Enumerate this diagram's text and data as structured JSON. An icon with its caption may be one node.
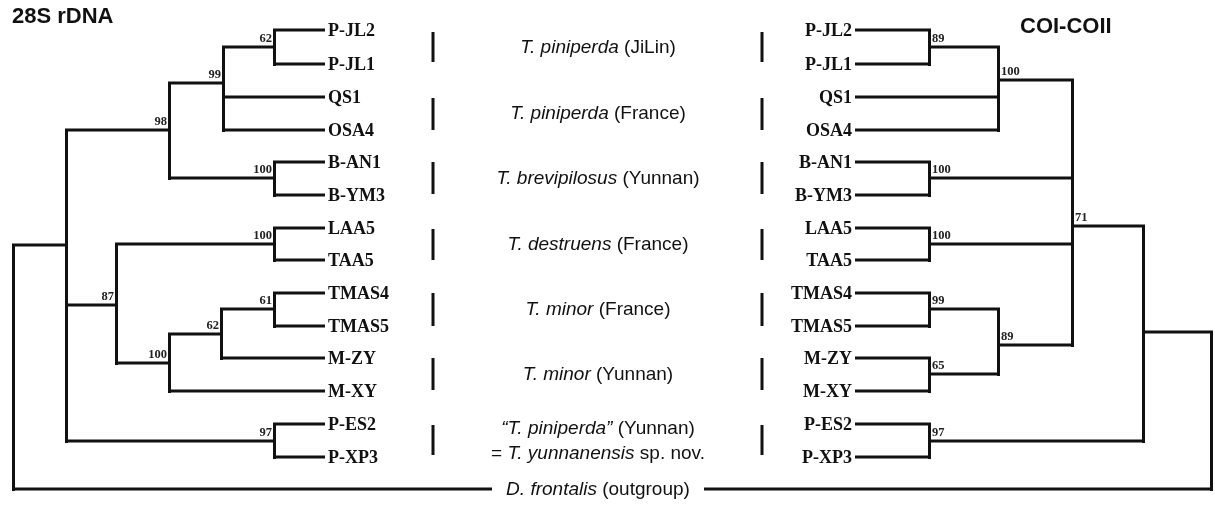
{
  "diagram": {
    "nodes": [
      {
        "text": [
          "P-JL2"
        ]
      },
      {
        "text": [
          "P-JL1"
        ]
      },
      {
        "text": [
          "QS1"
        ]
      },
      {
        "text": [
          "OSA4"
        ]
      },
      {
        "text": [
          "B-AN1"
        ]
      },
      {
        "text": [
          "B-YM3"
        ]
      },
      {
        "text": [
          "LAA5"
        ]
      },
      {
        "text": [
          "TAA5"
        ]
      },
      {
        "text": [
          "TMAS4"
        ]
      },
      {
        "text": [
          "TMAS5"
        ]
      },
      {
        "text": [
          "M-ZY"
        ]
      },
      {
        "text": [
          "M-XY"
        ]
      },
      {
        "text": [
          "P-ES2"
        ]
      },
      {
        "text": [
          "P-XP3"
        ]
      },
      {
        "text": [
          "P-JL2"
        ]
      },
      {
        "text": [
          "P-JL1"
        ]
      },
      {
        "text": [
          "QS1"
        ]
      },
      {
        "text": [
          "OSA4"
        ]
      },
      {
        "text": [
          "B-AN1"
        ]
      },
      {
        "text": [
          "B-YM3"
        ]
      },
      {
        "text": [
          "LAA5"
        ]
      },
      {
        "text": [
          "TAA5"
        ]
      },
      {
        "text": [
          "TMAS4"
        ]
      },
      {
        "text": [
          "TMAS5"
        ]
      },
      {
        "text": [
          "M-ZY"
        ]
      },
      {
        "text": [
          "M-XY"
        ]
      },
      {
        "text": [
          "P-ES2"
        ]
      },
      {
        "text": [
          "P-XP3"
        ]
      },
      {
        "text": [
          "*D. frontalis* (outgroup)"
        ]
      },
      {
        "text": [],
        "shape": "bar",
        "beside": [
          "62"
        ]
      },
      {
        "text": [],
        "shape": "bar",
        "beside": [
          "99"
        ]
      },
      {
        "text": [],
        "shape": "bar",
        "beside": [
          "100"
        ]
      },
      {
        "text": [],
        "shape": "bar",
        "beside": [
          "98"
        ]
      },
      {
        "text": [],
        "shape": "bar",
        "beside": [
          "100"
        ]
      },
      {
        "text": [],
        "shape": "bar",
        "beside": [
          "61"
        ]
      },
      {
        "text": [],
        "shape": "bar",
        "beside": [
          "62"
        ]
      },
      {
        "text": [],
        "shape": "bar",
        "beside": [
          "100"
        ]
      },
      {
        "text": [],
        "shape": "bar",
        "beside": [
          "87"
        ]
      },
      {
        "text": [],
        "shape": "bar",
        "beside": [
          "97"
        ]
      },
      {
        "text": [],
        "shape": "bar"
      },
      {
        "text": [],
        "shape": "bar"
      },
      {
        "text": [],
        "shape": "bar",
        "beside": [
          "89"
        ]
      },
      {
        "text": [],
        "shape": "bar",
        "beside": [
          "100"
        ]
      },
      {
        "text": [],
        "shape": "bar",
        "beside": [
          "100"
        ]
      },
      {
        "text": [],
        "shape": "bar",
        "beside": [
          "100"
        ]
      },
      {
        "text": [],
        "shape": "bar",
        "beside": [
          "99"
        ]
      },
      {
        "text": [],
        "shape": "bar",
        "beside": [
          "65"
        ]
      },
      {
        "text": [],
        "shape": "bar",
        "beside": [
          "89"
        ]
      },
      {
        "text": [],
        "shape": "bar",
        "beside": [
          "71"
        ]
      },
      {
        "text": [],
        "shape": "bar",
        "beside": [
          "97"
        ]
      },
      {
        "text": [],
        "shape": "bar"
      },
      {
        "text": [],
        "shape": "bar"
      }
    ],
    "edges": [
      {
        "from": 29,
        "to": 0,
        "arrow": "none"
      },
      {
        "from": 29,
        "to": 1,
        "arrow": "none"
      },
      {
        "from": 30,
        "to": 29,
        "arrow": "none"
      },
      {
        "from": 30,
        "to": 2,
        "arrow": "none"
      },
      {
        "from": 30,
        "to": 3,
        "arrow": "none"
      },
      {
        "from": 31,
        "to": 4,
        "arrow": "none"
      },
      {
        "from": 31,
        "to": 5,
        "arrow": "none"
      },
      {
        "from": 32,
        "to": 30,
        "arrow": "none"
      },
      {
        "from": 32,
        "to": 31,
        "arrow": "none"
      },
      {
        "from": 33,
        "to": 6,
        "arrow": "none"
      },
      {
        "from": 33,
        "to": 7,
        "arrow": "none"
      },
      {
        "from": 34,
        "to": 8,
        "arrow": "none"
      },
      {
        "from": 34,
        "to": 9,
        "arrow": "none"
      },
      {
        "from": 35,
        "to": 34,
        "arrow": "none"
      },
      {
        "from": 35,
        "to": 10,
        "arrow": "none"
      },
      {
        "from": 36,
        "to": 35,
        "arrow": "none"
      },
      {
        "from": 36,
        "to": 11,
        "arrow": "none"
      },
      {
        "from": 37,
        "to": 33,
        "arrow": "none"
      },
      {
        "from": 37,
        "to": 36,
        "arrow": "none"
      },
      {
        "from": 38,
        "to": 12,
        "arrow": "none"
      },
      {
        "from": 38,
        "to": 13,
        "arrow": "none"
      },
      {
        "from": 39,
        "to": 32,
        "arrow": "none"
      },
      {
        "from": 39,
        "to": 37,
        "arrow": "none"
      },
      {
        "from": 39,
        "to": 38,
        "arrow": "none"
      },
      {
        "from": 40,
        "to": 39,
        "arrow": "none"
      },
      {
        "from": 40,
        "to": 28,
        "arrow": "none"
      },
      {
        "from": 41,
        "to": 14,
        "arrow": "none"
      },
      {
        "from": 41,
        "to": 15,
        "arrow": "none"
      },
      {
        "from": 42,
        "to": 41,
        "arrow": "none"
      },
      {
        "from": 42,
        "to": 16,
        "arrow": "none"
      },
      {
        "from": 42,
        "to": 17,
        "arrow": "none"
      },
      {
        "from": 43,
        "to": 18,
        "arrow": "none"
      },
      {
        "from": 43,
        "to": 19,
        "arrow": "none"
      },
      {
        "from": 44,
        "to": 20,
        "arrow": "none"
      },
      {
        "from": 44,
        "to": 21,
        "arrow": "none"
      },
      {
        "from": 45,
        "to": 22,
        "arrow": "none"
      },
      {
        "from": 45,
        "to": 23,
        "arrow": "none"
      },
      {
        "from": 46,
        "to": 24,
        "arrow": "none"
      },
      {
        "from": 46,
        "to": 25,
        "arrow": "none"
      },
      {
        "from": 47,
        "to": 45,
        "arrow": "none"
      },
      {
        "from": 47,
        "to": 46,
        "arrow": "none"
      },
      {
        "from": 48,
        "to": 42,
        "arrow": "none"
      },
      {
        "from": 48,
        "to": 43,
        "arrow": "none"
      },
      {
        "from": 48,
        "to": 44,
        "arrow": "none"
      },
      {
        "from": 48,
        "to": 47,
        "arrow": "none"
      },
      {
        "from": 49,
        "to": 26,
        "arrow": "none"
      },
      {
        "from": 49,
        "to": 27,
        "arrow": "none"
      },
      {
        "from": 50,
        "to": 48,
        "arrow": "none"
      },
      {
        "from": 50,
        "to": 49,
        "arrow": "none"
      },
      {
        "from": 51,
        "to": 50,
        "arrow": "none"
      },
      {
        "from": 51,
        "to": 28,
        "arrow": "none"
      }
    ],
    "labels": [
      "28S rDNA",
      "COI-COII",
      "*T. piniperda* (JiLin)",
      "*T. piniperda* (France)",
      "*T. brevipilosus* (Yunnan)",
      "*T. destruens* (France)",
      "*T. minor* (France)",
      "*T. minor* (Yunnan)",
      "*“T. piniperda”* (Yunnan)",
      "= *T. yunnanensis* sp. nov."
    ]
  }
}
